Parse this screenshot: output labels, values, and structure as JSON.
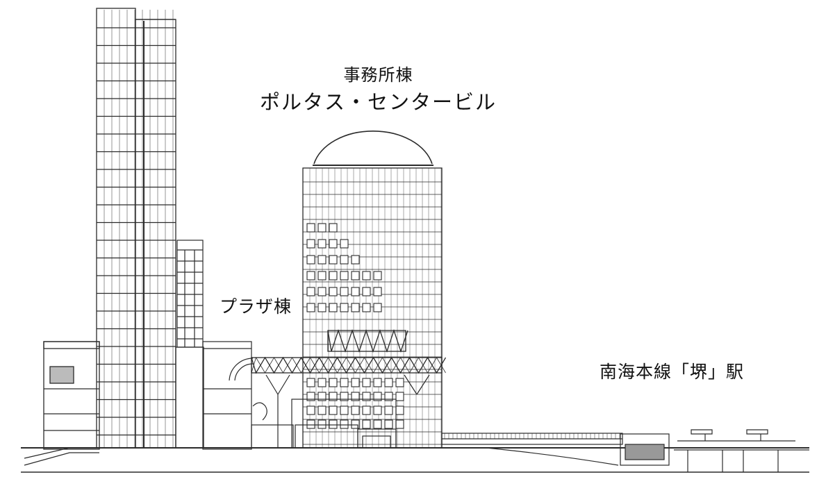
{
  "labels": {
    "office_building": "事務所棟",
    "office_building_name": "ポルタス・センタービル",
    "plaza_building": "プラザ棟",
    "station": "南海本線「堺」駅"
  },
  "colors": {
    "line": "#2a2a2a",
    "background": "#ffffff"
  }
}
